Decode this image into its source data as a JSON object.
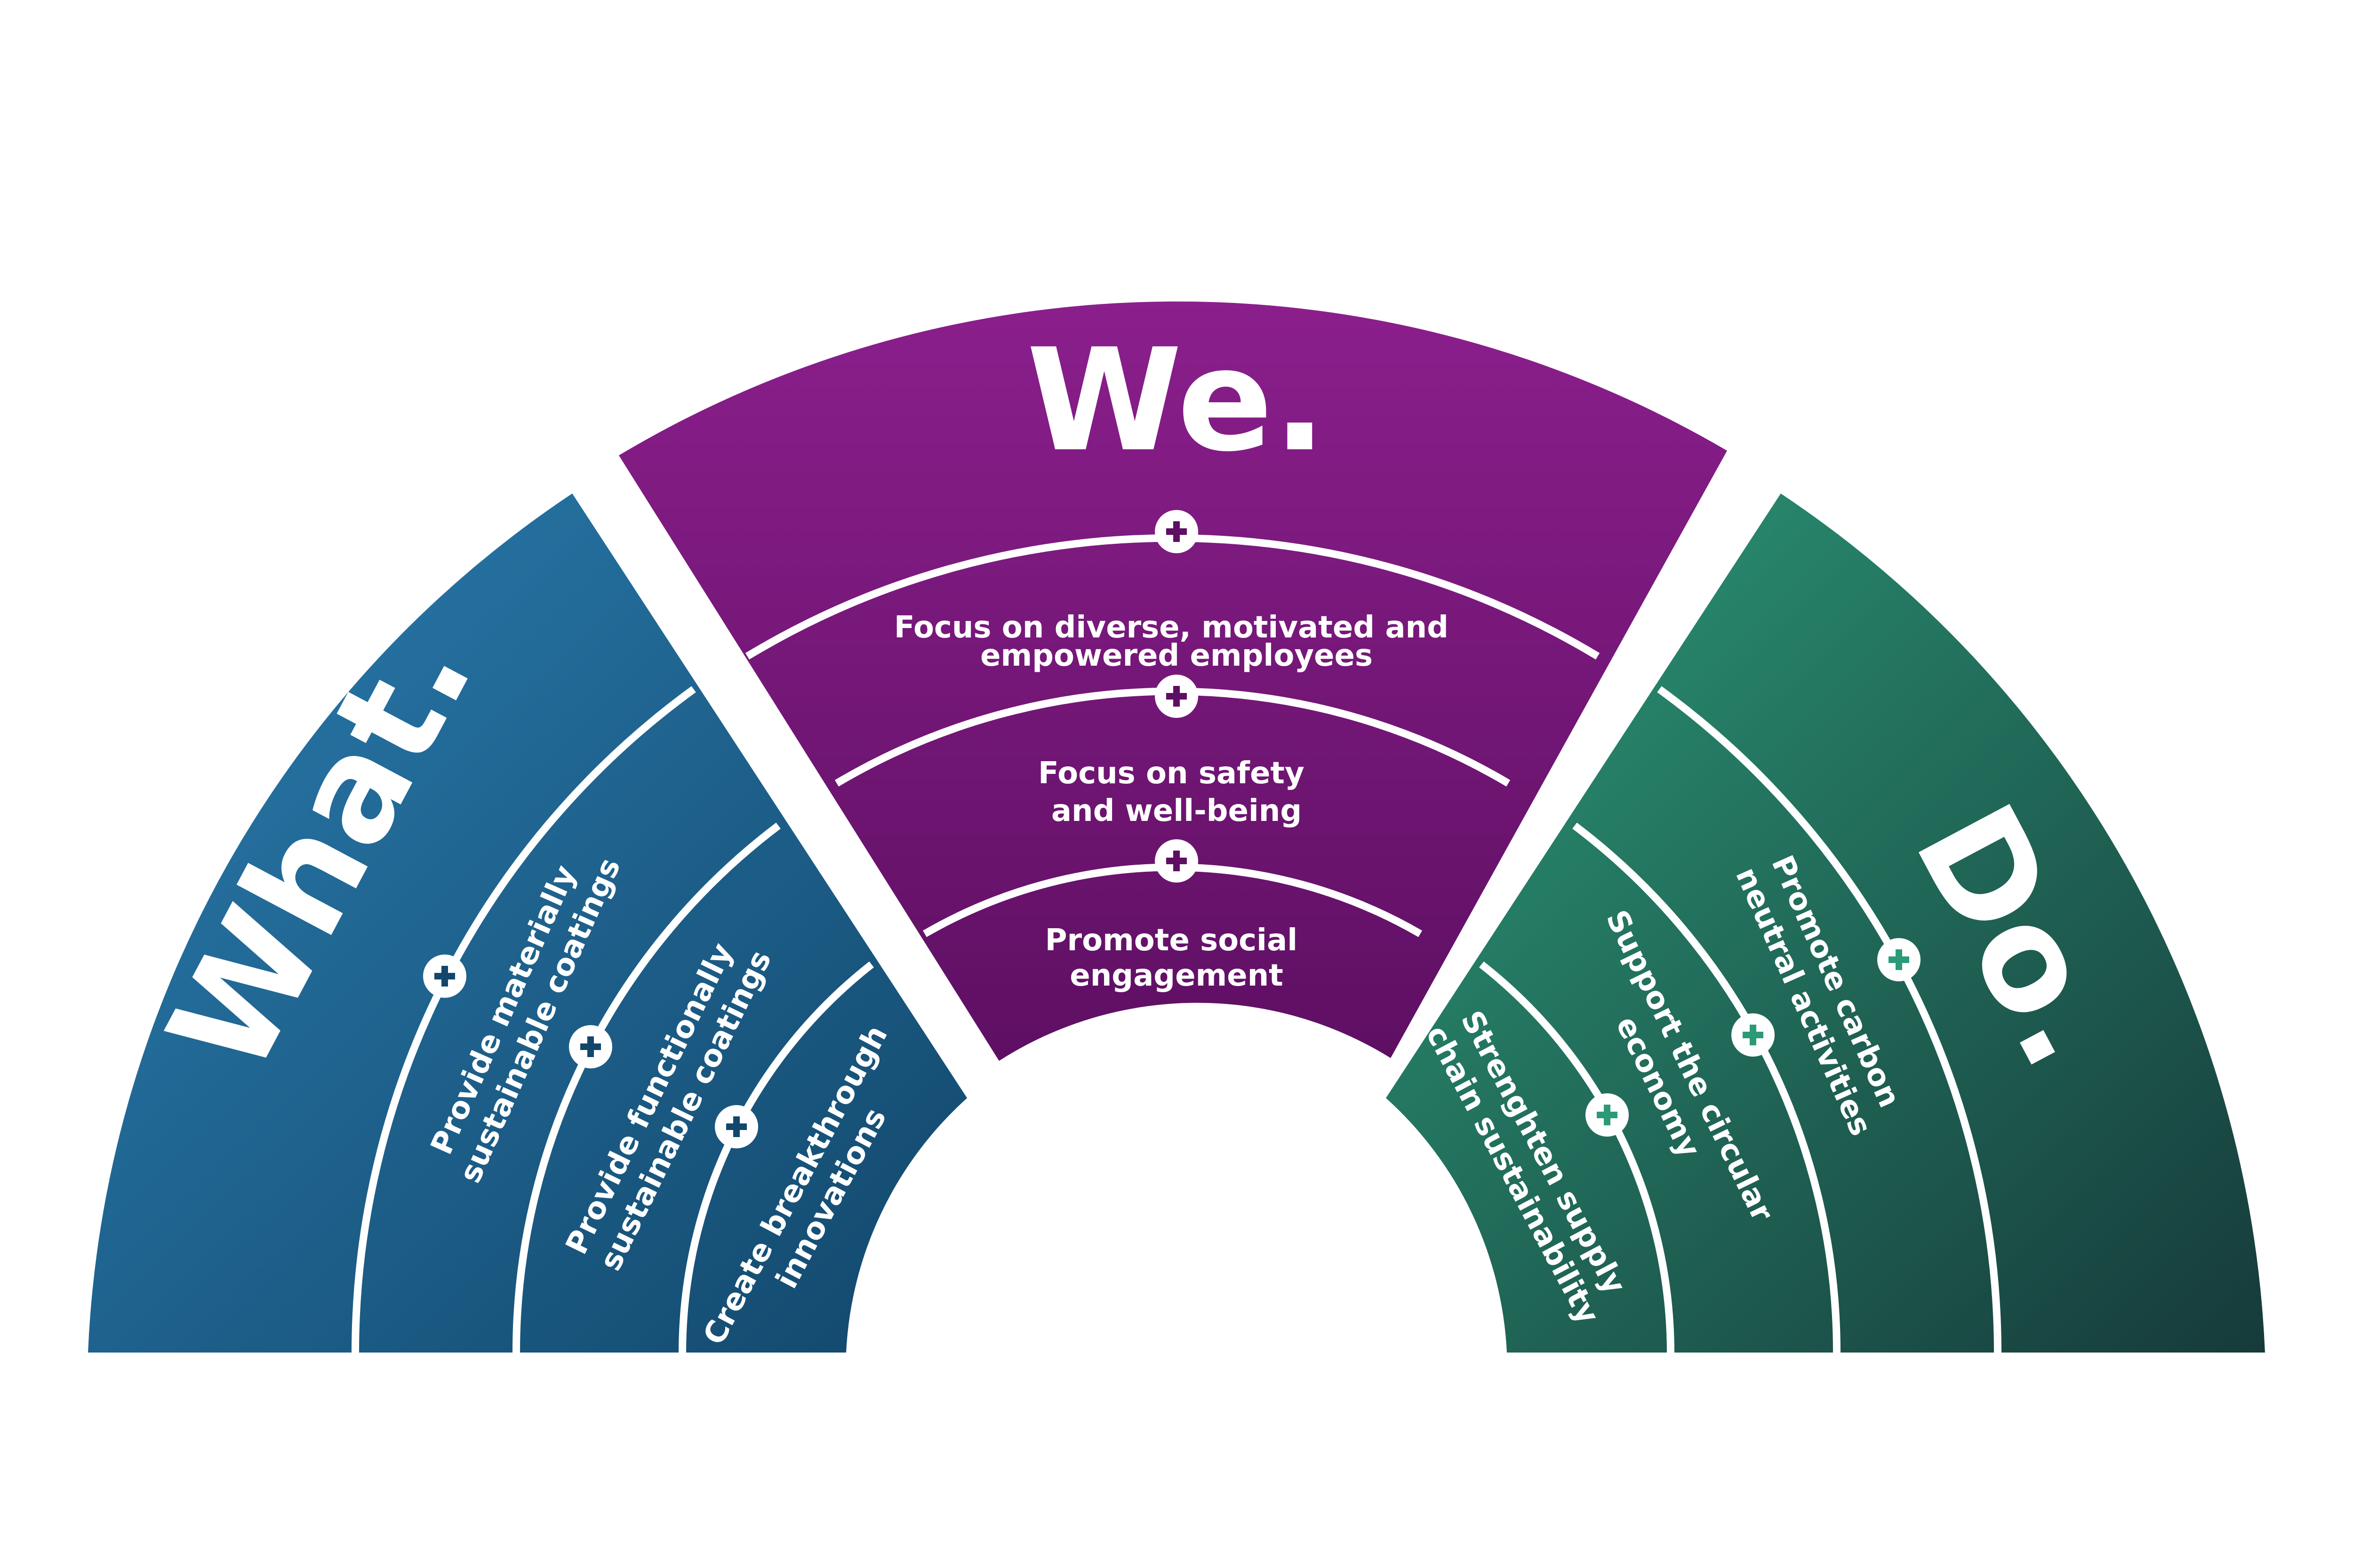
{
  "colors": {
    "what_dark": "#12476b",
    "what_light": "#2b7db0",
    "we_dark": "#5e0f63",
    "we_light": "#8b1f8c",
    "do_dark": "#163a3a",
    "do_light": "#2c9a78",
    "ring_line": "#ffffff",
    "badge_bg": "#ffffff"
  },
  "icons": {
    "badge": "plus-icon"
  },
  "sections": [
    {
      "id": "what",
      "title": "What.",
      "items": [
        {
          "label_lines": [
            "Provide materially",
            "sustainable coatings"
          ]
        },
        {
          "label_lines": [
            "Provide functionally",
            "sustainable coatings"
          ]
        },
        {
          "label_lines": [
            "Create breakthrough",
            "innovations"
          ]
        }
      ]
    },
    {
      "id": "we",
      "title": "We.",
      "items": [
        {
          "label_lines": [
            "Focus on diverse, motivated and",
            "empowered employees"
          ]
        },
        {
          "label_lines": [
            "Focus on safety",
            "and well-being"
          ]
        },
        {
          "label_lines": [
            "Promote social",
            "engagement"
          ]
        }
      ]
    },
    {
      "id": "do",
      "title": "Do.",
      "items": [
        {
          "label_lines": [
            "Promote carbon",
            "neutral activities"
          ]
        },
        {
          "label_lines": [
            "Support the circular",
            "economy"
          ]
        },
        {
          "label_lines": [
            "Strenghten supply",
            "chain sustainability"
          ]
        }
      ]
    }
  ]
}
